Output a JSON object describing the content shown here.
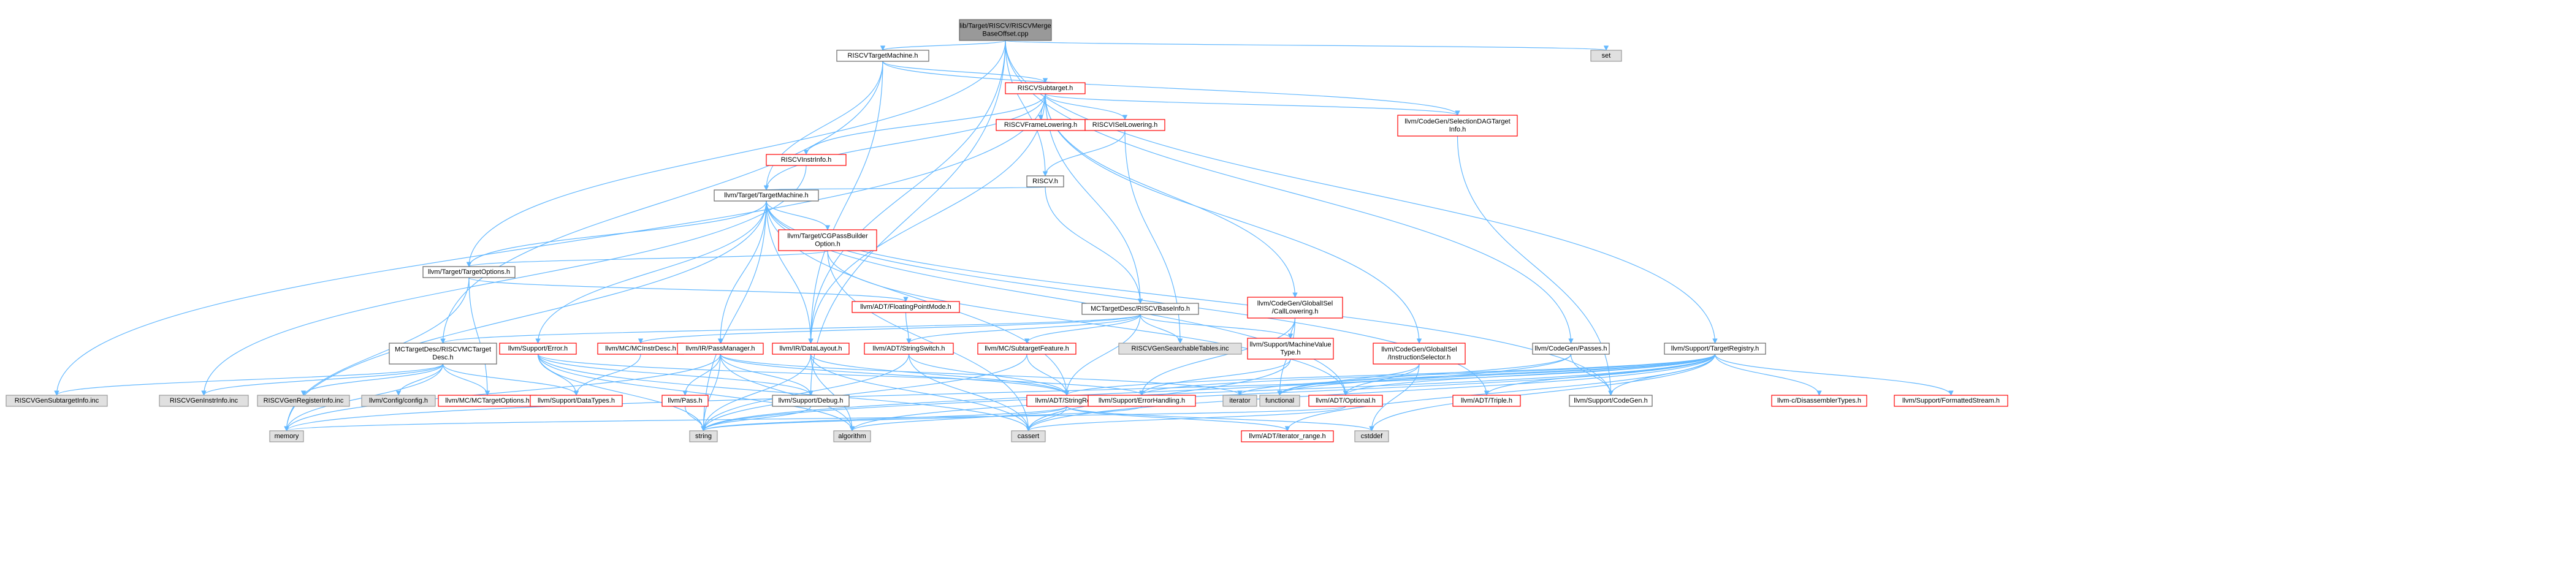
{
  "colors": {
    "edge": "#63b8ff",
    "edge_alt": "#1e6ec8",
    "root_fill": "#999999",
    "doc_fill": "#ffffff",
    "ext_fill": "#e0e0e0",
    "red_border": "#ff0000",
    "black_border": "#666666",
    "grey_border": "#999999"
  },
  "nodes": [
    {
      "id": "root",
      "label": [
        "lib/Target/RISCV/RISCVMerge",
        "BaseOffset.cpp"
      ],
      "kind": "root"
    },
    {
      "id": "tm",
      "label": [
        "RISCVTargetMachine.h"
      ],
      "kind": "black"
    },
    {
      "id": "set",
      "label": [
        "set"
      ],
      "kind": "ext"
    },
    {
      "id": "sub",
      "label": [
        "RISCVSubtarget.h"
      ],
      "kind": "red"
    },
    {
      "id": "frame",
      "label": [
        "RISCVFrameLowering.h"
      ],
      "kind": "red"
    },
    {
      "id": "isel",
      "label": [
        "RISCVISelLowering.h"
      ],
      "kind": "red"
    },
    {
      "id": "sdag",
      "label": [
        "llvm/CodeGen/SelectionDAGTarget",
        "Info.h"
      ],
      "kind": "red"
    },
    {
      "id": "instr",
      "label": [
        "RISCVInstrInfo.h"
      ],
      "kind": "red"
    },
    {
      "id": "riscv",
      "label": [
        "RISCV.h"
      ],
      "kind": "black"
    },
    {
      "id": "ltm",
      "label": [
        "llvm/Target/TargetMachine.h"
      ],
      "kind": "black"
    },
    {
      "id": "cgpass",
      "label": [
        "llvm/Target/CGPassBuilder",
        "Option.h"
      ],
      "kind": "red"
    },
    {
      "id": "topt",
      "label": [
        "llvm/Target/TargetOptions.h"
      ],
      "kind": "black"
    },
    {
      "id": "fpmode",
      "label": [
        "llvm/ADT/FloatingPointMode.h"
      ],
      "kind": "red"
    },
    {
      "id": "basei",
      "label": [
        "MCTargetDesc/RISCVBaseInfo.h"
      ],
      "kind": "black"
    },
    {
      "id": "gcall",
      "label": [
        "llvm/CodeGen/GlobalISel",
        "/CallLowering.h"
      ],
      "kind": "red"
    },
    {
      "id": "mctd",
      "label": [
        "MCTargetDesc/RISCVMCTarget",
        "Desc.h"
      ],
      "kind": "black"
    },
    {
      "id": "serr",
      "label": [
        "llvm/Support/Error.h"
      ],
      "kind": "red"
    },
    {
      "id": "mcinstr",
      "label": [
        "llvm/MC/MCInstrDesc.h"
      ],
      "kind": "red"
    },
    {
      "id": "pm",
      "label": [
        "llvm/IR/PassManager.h"
      ],
      "kind": "red"
    },
    {
      "id": "dl",
      "label": [
        "llvm/IR/DataLayout.h"
      ],
      "kind": "red"
    },
    {
      "id": "strsw",
      "label": [
        "llvm/ADT/StringSwitch.h"
      ],
      "kind": "red"
    },
    {
      "id": "mcsub",
      "label": [
        "llvm/MC/SubtargetFeature.h"
      ],
      "kind": "red"
    },
    {
      "id": "gst",
      "label": [
        "RISCVGenSearchableTables.inc"
      ],
      "kind": "ext"
    },
    {
      "id": "mvt",
      "label": [
        "llvm/Support/MachineValue",
        "Type.h"
      ],
      "kind": "red"
    },
    {
      "id": "gisel",
      "label": [
        "llvm/CodeGen/GlobalISel",
        "/InstructionSelector.h"
      ],
      "kind": "red"
    },
    {
      "id": "passes",
      "label": [
        "llvm/CodeGen/Passes.h"
      ],
      "kind": "black"
    },
    {
      "id": "treg",
      "label": [
        "llvm/Support/TargetRegistry.h"
      ],
      "kind": "black"
    },
    {
      "id": "gsi",
      "label": [
        "RISCVGenSubtargetInfo.inc"
      ],
      "kind": "ext"
    },
    {
      "id": "gii",
      "label": [
        "RISCVGenInstrInfo.inc"
      ],
      "kind": "ext"
    },
    {
      "id": "gri",
      "label": [
        "RISCVGenRegisterInfo.inc"
      ],
      "kind": "ext"
    },
    {
      "id": "cfg",
      "label": [
        "llvm/Config/config.h"
      ],
      "kind": "ext"
    },
    {
      "id": "mcto",
      "label": [
        "llvm/MC/MCTargetOptions.h"
      ],
      "kind": "red"
    },
    {
      "id": "dtypes",
      "label": [
        "llvm/Support/DataTypes.h"
      ],
      "kind": "red"
    },
    {
      "id": "pass",
      "label": [
        "llvm/Pass.h"
      ],
      "kind": "red"
    },
    {
      "id": "debug",
      "label": [
        "llvm/Support/Debug.h"
      ],
      "kind": "black"
    },
    {
      "id": "sref",
      "label": [
        "llvm/ADT/StringRef.h"
      ],
      "kind": "red"
    },
    {
      "id": "iter",
      "label": [
        "iterator"
      ],
      "kind": "ext"
    },
    {
      "id": "ehand",
      "label": [
        "llvm/Support/ErrorHandling.h"
      ],
      "kind": "red"
    },
    {
      "id": "func",
      "label": [
        "functional"
      ],
      "kind": "ext"
    },
    {
      "id": "opt",
      "label": [
        "llvm/ADT/Optional.h"
      ],
      "kind": "red"
    },
    {
      "id": "triple",
      "label": [
        "llvm/ADT/Triple.h"
      ],
      "kind": "red"
    },
    {
      "id": "cgh",
      "label": [
        "llvm/Support/CodeGen.h"
      ],
      "kind": "black"
    },
    {
      "id": "cdis",
      "label": [
        "llvm-c/DisassemblerTypes.h"
      ],
      "kind": "red"
    },
    {
      "id": "fstream",
      "label": [
        "llvm/Support/FormattedStream.h"
      ],
      "kind": "red"
    },
    {
      "id": "memory",
      "label": [
        "memory"
      ],
      "kind": "ext"
    },
    {
      "id": "string",
      "label": [
        "string"
      ],
      "kind": "ext"
    },
    {
      "id": "algo",
      "label": [
        "algorithm"
      ],
      "kind": "ext"
    },
    {
      "id": "cassert",
      "label": [
        "cassert"
      ],
      "kind": "ext"
    },
    {
      "id": "irange",
      "label": [
        "llvm/ADT/iterator_range.h"
      ],
      "kind": "red"
    },
    {
      "id": "cstddef",
      "label": [
        "cstddef"
      ],
      "kind": "ext"
    }
  ],
  "edges": [
    [
      "root",
      "tm"
    ],
    [
      "root",
      "set"
    ],
    [
      "root",
      "riscv"
    ],
    [
      "root",
      "topt"
    ],
    [
      "root",
      "passes"
    ],
    [
      "root",
      "treg"
    ],
    [
      "root",
      "debug"
    ],
    [
      "root",
      "dl"
    ],
    [
      "tm",
      "sub"
    ],
    [
      "tm",
      "sdag"
    ],
    [
      "tm",
      "ltm"
    ],
    [
      "tm",
      "mctd"
    ],
    [
      "tm",
      "dl"
    ],
    [
      "sub",
      "frame"
    ],
    [
      "sub",
      "isel"
    ],
    [
      "sub",
      "sdag"
    ],
    [
      "sub",
      "instr"
    ],
    [
      "sub",
      "ltm"
    ],
    [
      "sub",
      "basei"
    ],
    [
      "sub",
      "gcall"
    ],
    [
      "sub",
      "gisel"
    ],
    [
      "sub",
      "gsi"
    ],
    [
      "sub",
      "dl"
    ],
    [
      "isel",
      "riscv"
    ],
    [
      "isel",
      "gst"
    ],
    [
      "instr",
      "gii"
    ],
    [
      "sdag",
      "cgh"
    ],
    [
      "riscv",
      "ltm"
    ],
    [
      "riscv",
      "basei"
    ],
    [
      "ltm",
      "cgpass"
    ],
    [
      "ltm",
      "topt"
    ],
    [
      "ltm",
      "serr"
    ],
    [
      "ltm",
      "pm"
    ],
    [
      "ltm",
      "dl"
    ],
    [
      "ltm",
      "sref"
    ],
    [
      "ltm",
      "cgh"
    ],
    [
      "ltm",
      "triple"
    ],
    [
      "ltm",
      "opt"
    ],
    [
      "ltm",
      "memory"
    ],
    [
      "ltm",
      "string"
    ],
    [
      "cgpass",
      "topt"
    ],
    [
      "cgpass",
      "opt"
    ],
    [
      "cgpass",
      "cassert"
    ],
    [
      "topt",
      "fpmode"
    ],
    [
      "topt",
      "mcto"
    ],
    [
      "topt",
      "memory"
    ],
    [
      "fpmode",
      "strsw"
    ],
    [
      "basei",
      "mctd"
    ],
    [
      "basei",
      "mcinstr"
    ],
    [
      "basei",
      "mcsub"
    ],
    [
      "basei",
      "strsw"
    ],
    [
      "basei",
      "sref"
    ],
    [
      "basei",
      "gst"
    ],
    [
      "basei",
      "mvt"
    ],
    [
      "gcall",
      "mvt"
    ],
    [
      "gcall",
      "ehand"
    ],
    [
      "gcall",
      "func"
    ],
    [
      "mctd",
      "gsi"
    ],
    [
      "mctd",
      "gii"
    ],
    [
      "mctd",
      "gri"
    ],
    [
      "mctd",
      "cfg"
    ],
    [
      "mctd",
      "mcto"
    ],
    [
      "mctd",
      "dtypes"
    ],
    [
      "mctd",
      "memory"
    ],
    [
      "serr",
      "debug"
    ],
    [
      "serr",
      "ehand"
    ],
    [
      "serr",
      "dtypes"
    ],
    [
      "serr",
      "string"
    ],
    [
      "serr",
      "cassert"
    ],
    [
      "serr",
      "algo"
    ],
    [
      "mcinstr",
      "dtypes"
    ],
    [
      "pm",
      "pass"
    ],
    [
      "pm",
      "debug"
    ],
    [
      "pm",
      "sref"
    ],
    [
      "pm",
      "iter"
    ],
    [
      "pm",
      "string"
    ],
    [
      "pm",
      "memory"
    ],
    [
      "pm",
      "algo"
    ],
    [
      "dl",
      "sref"
    ],
    [
      "dl",
      "string"
    ],
    [
      "dl",
      "cassert"
    ],
    [
      "dl",
      "algo"
    ],
    [
      "strsw",
      "sref"
    ],
    [
      "strsw",
      "cassert"
    ],
    [
      "strsw",
      "string"
    ],
    [
      "mcsub",
      "sref"
    ],
    [
      "mcsub",
      "string"
    ],
    [
      "mvt",
      "ehand"
    ],
    [
      "mvt",
      "cassert"
    ],
    [
      "gisel",
      "opt"
    ],
    [
      "gisel",
      "cstddef"
    ],
    [
      "gisel",
      "func"
    ],
    [
      "passes",
      "cgh"
    ],
    [
      "passes",
      "func"
    ],
    [
      "passes",
      "string"
    ],
    [
      "treg",
      "cdis"
    ],
    [
      "treg",
      "fstream"
    ],
    [
      "treg",
      "opt"
    ],
    [
      "treg",
      "triple"
    ],
    [
      "treg",
      "sref"
    ],
    [
      "treg",
      "ehand"
    ],
    [
      "treg",
      "cgh"
    ],
    [
      "treg",
      "iter"
    ],
    [
      "treg",
      "func"
    ],
    [
      "treg",
      "algo"
    ],
    [
      "treg",
      "cassert"
    ],
    [
      "treg",
      "cstddef"
    ],
    [
      "treg",
      "memory"
    ],
    [
      "treg",
      "string"
    ],
    [
      "treg",
      "irange"
    ],
    [
      "sref",
      "irange"
    ],
    [
      "sref",
      "cstddef"
    ],
    [
      "sref",
      "algo"
    ],
    [
      "sref",
      "cassert"
    ],
    [
      "sref",
      "string"
    ],
    [
      "ehand",
      "string"
    ],
    [
      "opt",
      "cassert"
    ],
    [
      "opt",
      "memory"
    ],
    [
      "pass",
      "string"
    ],
    [
      "debug",
      "string"
    ]
  ]
}
